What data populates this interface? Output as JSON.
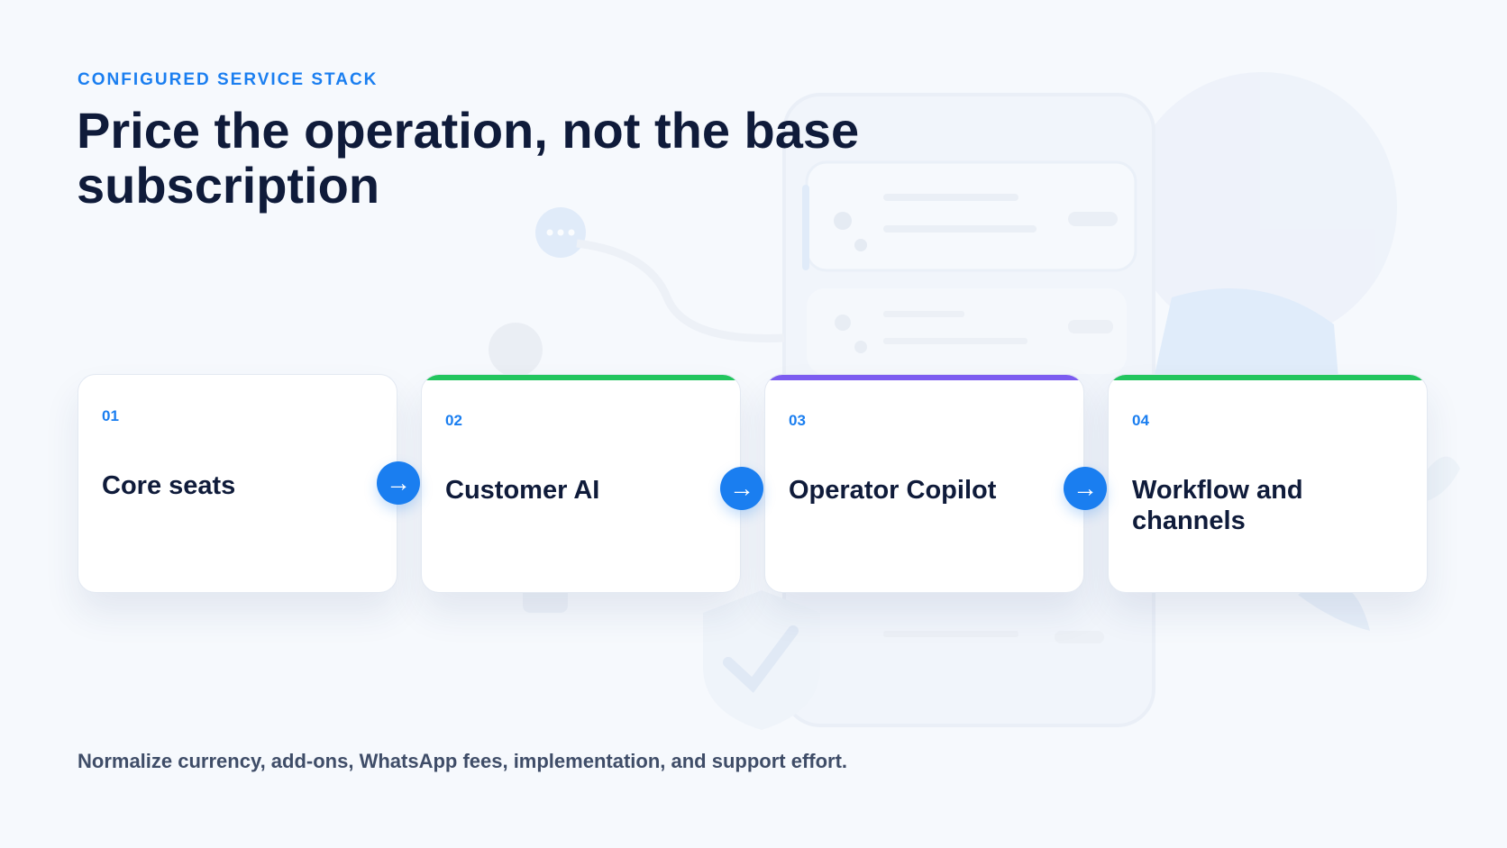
{
  "eyebrow": "CONFIGURED SERVICE STACK",
  "title": "Price the operation, not the base subscription",
  "steps": [
    {
      "number": "01",
      "label": "Core seats",
      "accent": ""
    },
    {
      "number": "02",
      "label": "Customer AI",
      "accent": "#22c55e"
    },
    {
      "number": "03",
      "label": "Operator Copilot",
      "accent": "#7c5cf0"
    },
    {
      "number": "04",
      "label": "Workflow and channels",
      "accent": "#22c55e"
    }
  ],
  "arrow_glyph": "→",
  "footer": "Normalize currency, add-ons, WhatsApp fees, implementation, and support effort.",
  "colors": {
    "primary": "#1a7ef0",
    "heading": "#0f1b3a",
    "body": "#3f4d68",
    "background": "#f6f9fd"
  }
}
